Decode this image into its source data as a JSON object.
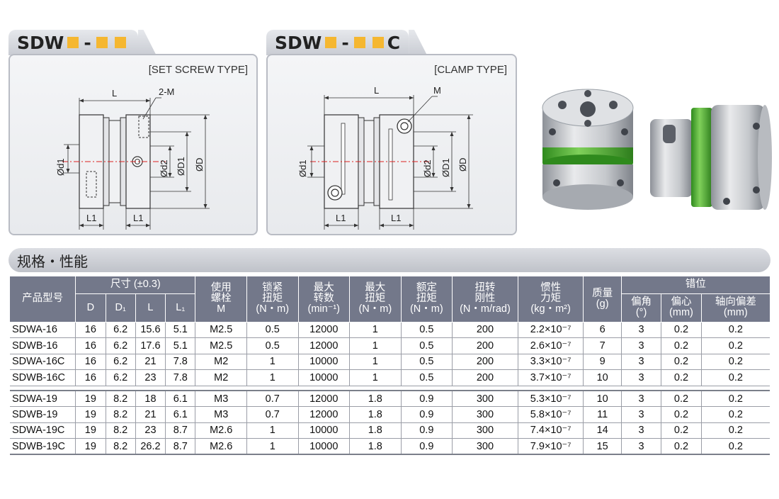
{
  "cards": [
    {
      "tab": {
        "prefix": "SDW",
        "dash": "-",
        "suffix": ""
      },
      "type_label": "[SET SCREW TYPE]",
      "dims": {
        "L": "L",
        "M": "2-M",
        "d1": "Ød1",
        "d2": "Ød2",
        "D1": "ØD1",
        "D": "ØD",
        "L1a": "L1",
        "L1b": "L1"
      }
    },
    {
      "tab": {
        "prefix": "SDW",
        "dash": "-",
        "suffix": "C"
      },
      "type_label": "[CLAMP TYPE]",
      "dims": {
        "L": "L",
        "M": "M",
        "d1": "Ød1",
        "d2": "Ød2",
        "D1": "ØD1",
        "D": "ØD",
        "L1a": "L1",
        "L1b": "L1"
      }
    }
  ],
  "colors": {
    "accent_square": "#f5b731",
    "header_bg": "#73788a",
    "coupling_green": "#4caf32"
  },
  "section_title": "规格・性能",
  "table": {
    "headers": {
      "model": "产品型号",
      "dimensions": "尺寸 (±0.3)",
      "D": "D",
      "D1": "D₁",
      "L": "L",
      "L1": "L₁",
      "screw": [
        "使用",
        "螺栓",
        "M"
      ],
      "torque_lock": [
        "锁紧",
        "扭矩",
        "(N・m)"
      ],
      "speed": [
        "最大",
        "转数",
        "(min⁻¹)"
      ],
      "torque_max": [
        "最大",
        "扭矩",
        "(N・m)"
      ],
      "torque_rated": [
        "额定",
        "扭矩",
        "(N・m)"
      ],
      "stiffness": [
        "扭转",
        "刚性",
        "(N・m/rad)"
      ],
      "inertia": [
        "惯性",
        "力矩",
        "(kg・m²)"
      ],
      "mass": [
        "质量",
        "(g)"
      ],
      "misalign": "错位",
      "angle": [
        "偏角",
        "(°)"
      ],
      "offset": [
        "偏心",
        "(mm)"
      ],
      "axial": [
        "轴向偏差",
        "(mm)"
      ]
    },
    "groups": [
      [
        [
          "SDWA-16",
          "16",
          "6.2",
          "15.6",
          "5.1",
          "M2.5",
          "0.5",
          "12000",
          "1",
          "0.5",
          "200",
          "2.2×10⁻⁷",
          "6",
          "3",
          "0.2",
          "0.2"
        ],
        [
          "SDWB-16",
          "16",
          "6.2",
          "17.6",
          "5.1",
          "M2.5",
          "0.5",
          "12000",
          "1",
          "0.5",
          "200",
          "2.6×10⁻⁷",
          "7",
          "3",
          "0.2",
          "0.2"
        ],
        [
          "SDWA-16C",
          "16",
          "6.2",
          "21",
          "7.8",
          "M2",
          "1",
          "10000",
          "1",
          "0.5",
          "200",
          "3.3×10⁻⁷",
          "9",
          "3",
          "0.2",
          "0.2"
        ],
        [
          "SDWB-16C",
          "16",
          "6.2",
          "23",
          "7.8",
          "M2",
          "1",
          "10000",
          "1",
          "0.5",
          "200",
          "3.7×10⁻⁷",
          "10",
          "3",
          "0.2",
          "0.2"
        ]
      ],
      [
        [
          "SDWA-19",
          "19",
          "8.2",
          "18",
          "6.1",
          "M3",
          "0.7",
          "12000",
          "1.8",
          "0.9",
          "300",
          "5.3×10⁻⁷",
          "10",
          "3",
          "0.2",
          "0.2"
        ],
        [
          "SDWB-19",
          "19",
          "8.2",
          "21",
          "6.1",
          "M3",
          "0.7",
          "12000",
          "1.8",
          "0.9",
          "300",
          "5.8×10⁻⁷",
          "11",
          "3",
          "0.2",
          "0.2"
        ],
        [
          "SDWA-19C",
          "19",
          "8.2",
          "23",
          "8.7",
          "M2.6",
          "1",
          "10000",
          "1.8",
          "0.9",
          "300",
          "7.4×10⁻⁷",
          "14",
          "3",
          "0.2",
          "0.2"
        ],
        [
          "SDWB-19C",
          "19",
          "8.2",
          "26.2",
          "8.7",
          "M2.6",
          "1",
          "10000",
          "1.8",
          "0.9",
          "300",
          "7.9×10⁻⁷",
          "15",
          "3",
          "0.2",
          "0.2"
        ]
      ]
    ]
  }
}
